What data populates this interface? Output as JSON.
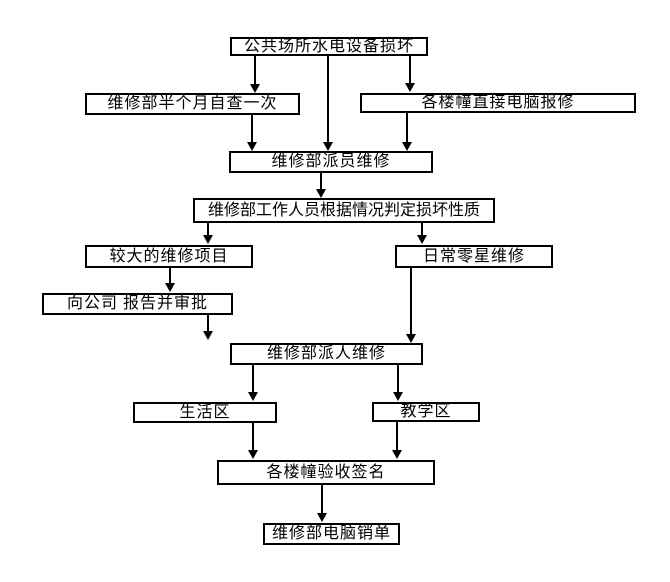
{
  "page": {
    "background_color": "#ffffff",
    "line_color": "#000000",
    "box_fill_color": "#ffffff"
  },
  "diagram": {
    "type": "flowchart",
    "title": "",
    "nodes": {
      "damage": {
        "label": "公共场所水电设备损坏"
      },
      "self_check": {
        "label": "维修部半个月自查一次"
      },
      "computer_report": {
        "label": "各楼幢直接电脑报修"
      },
      "dispatch_staff": {
        "label": "维修部派员维修"
      },
      "judge_nature": {
        "label": "维修部工作人员根据情况判定损坏性质"
      },
      "major_project": {
        "label": "较大的维修项目"
      },
      "daily_minor": {
        "label": "日常零星维修"
      },
      "report_approve": {
        "label": "向公司 报告并审批"
      },
      "dispatch_repair": {
        "label": "维修部派人维修"
      },
      "living_area": {
        "label": "生活区"
      },
      "teaching_area": {
        "label": "教学区"
      },
      "acceptance_sign": {
        "label": "各楼幢验收签名"
      },
      "computer_close": {
        "label": "维修部电脑销单"
      }
    },
    "edges": [
      {
        "from": "damage",
        "to": "self_check"
      },
      {
        "from": "damage",
        "to": "dispatch_staff"
      },
      {
        "from": "damage",
        "to": "computer_report"
      },
      {
        "from": "self_check",
        "to": "dispatch_staff"
      },
      {
        "from": "computer_report",
        "to": "dispatch_staff"
      },
      {
        "from": "dispatch_staff",
        "to": "judge_nature"
      },
      {
        "from": "judge_nature",
        "to": "major_project"
      },
      {
        "from": "judge_nature",
        "to": "daily_minor"
      },
      {
        "from": "major_project",
        "to": "report_approve"
      },
      {
        "from": "report_approve",
        "to": "dispatch_repair"
      },
      {
        "from": "daily_minor",
        "to": "dispatch_repair"
      },
      {
        "from": "dispatch_repair",
        "to": "living_area"
      },
      {
        "from": "dispatch_repair",
        "to": "teaching_area"
      },
      {
        "from": "living_area",
        "to": "acceptance_sign"
      },
      {
        "from": "teaching_area",
        "to": "acceptance_sign"
      },
      {
        "from": "acceptance_sign",
        "to": "computer_close"
      }
    ]
  }
}
